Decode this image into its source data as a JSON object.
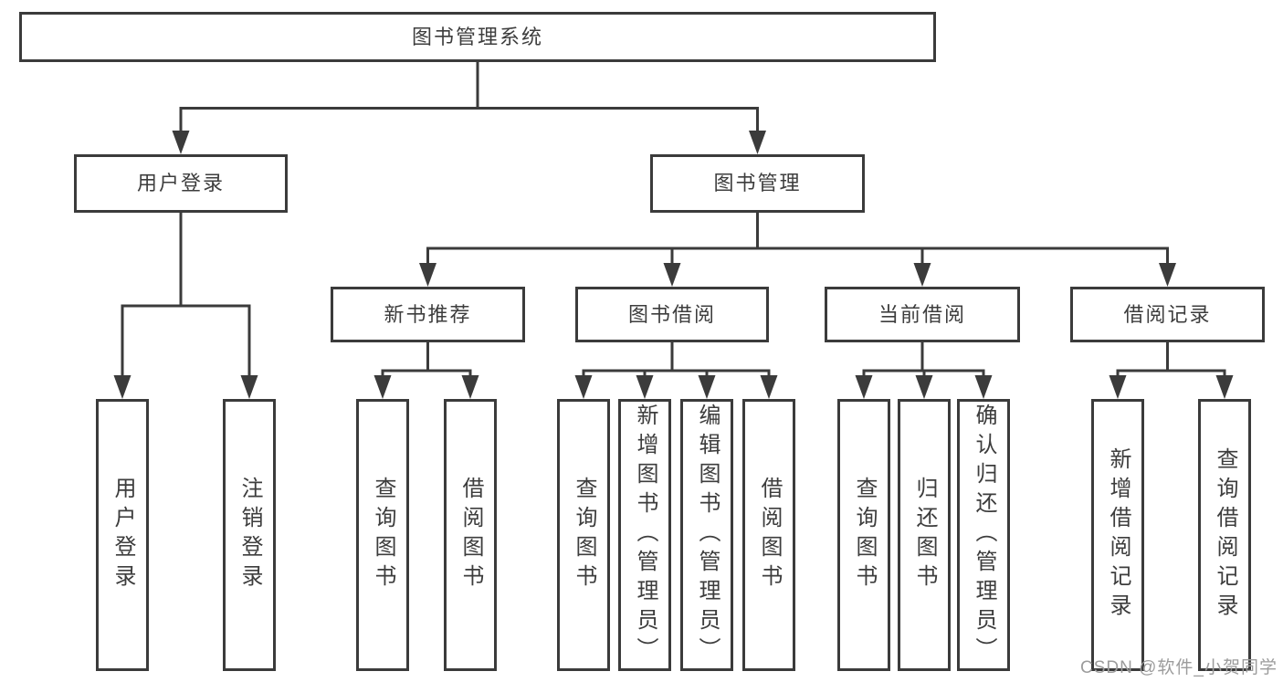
{
  "watermark": "CSDN @软件_小贺同学",
  "colors": {
    "line": "#3b3b3b",
    "box_border": "#3b3b3b",
    "text": "#3d3d3d",
    "background": "#ffffff",
    "watermark": "#9c9c9c"
  },
  "tree": {
    "root": {
      "label": "图书管理系统"
    },
    "level2": [
      {
        "label": "用户登录",
        "parent": "图书管理系统"
      },
      {
        "label": "图书管理",
        "parent": "图书管理系统"
      }
    ],
    "level3": [
      {
        "label": "新书推荐",
        "parent": "图书管理"
      },
      {
        "label": "图书借阅",
        "parent": "图书管理"
      },
      {
        "label": "当前借阅",
        "parent": "图书管理"
      },
      {
        "label": "借阅记录",
        "parent": "图书管理"
      }
    ],
    "leaves": [
      {
        "label": "用户登录",
        "parent": "用户登录"
      },
      {
        "label": "注销登录",
        "parent": "用户登录"
      },
      {
        "label": "查询图书",
        "parent": "新书推荐"
      },
      {
        "label": "借阅图书",
        "parent": "新书推荐"
      },
      {
        "label": "查询图书",
        "parent": "图书借阅"
      },
      {
        "label": "新增图书（管理员）",
        "parent": "图书借阅"
      },
      {
        "label": "编辑图书（管理员）",
        "parent": "图书借阅"
      },
      {
        "label": "借阅图书",
        "parent": "图书借阅"
      },
      {
        "label": "查询图书",
        "parent": "当前借阅"
      },
      {
        "label": "归还图书",
        "parent": "当前借阅"
      },
      {
        "label": "确认归还（管理员）",
        "parent": "当前借阅"
      },
      {
        "label": "新增借阅记录",
        "parent": "借阅记录"
      },
      {
        "label": "查询借阅记录",
        "parent": "借阅记录"
      }
    ]
  }
}
